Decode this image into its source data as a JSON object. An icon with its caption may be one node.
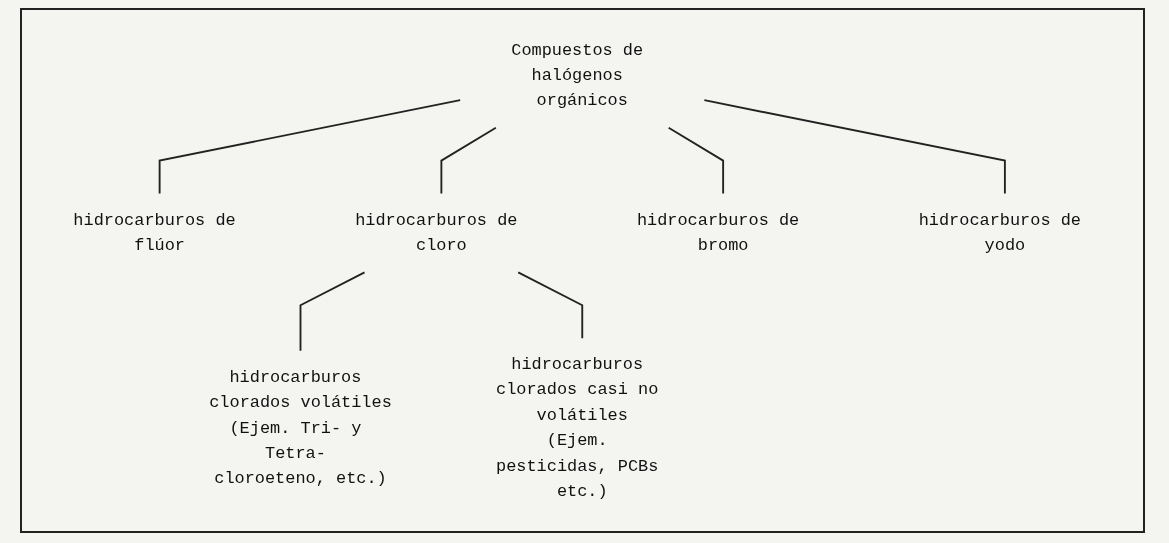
{
  "diagram": {
    "nodes": [
      {
        "text": [
          "Compuestos de halógenos orgánicos"
        ]
      },
      {
        "text": [
          "hidrocarburos de flúor"
        ]
      },
      {
        "text": [
          "hidrocarburos de cloro"
        ]
      },
      {
        "text": [
          "hidrocarburos de bromo"
        ]
      },
      {
        "text": [
          "hidrocarburos de yodo"
        ]
      },
      {
        "text": [
          "hidrocarburos clorados volátiles",
          "(Ejem. Tri- y Tetra- cloroeteno, etc.)"
        ]
      },
      {
        "text": [
          "hidrocarburos clorados casi no volátiles",
          "(Ejem. pesticidas, PCBs etc.)"
        ]
      }
    ],
    "edges": [
      {
        "from": 0,
        "to": 1,
        "arrow": "none"
      },
      {
        "from": 0,
        "to": 2,
        "arrow": "none"
      },
      {
        "from": 0,
        "to": 3,
        "arrow": "none"
      },
      {
        "from": 0,
        "to": 4,
        "arrow": "none"
      },
      {
        "from": 2,
        "to": 5,
        "arrow": "none"
      },
      {
        "from": 2,
        "to": 6,
        "arrow": "none"
      }
    ]
  }
}
